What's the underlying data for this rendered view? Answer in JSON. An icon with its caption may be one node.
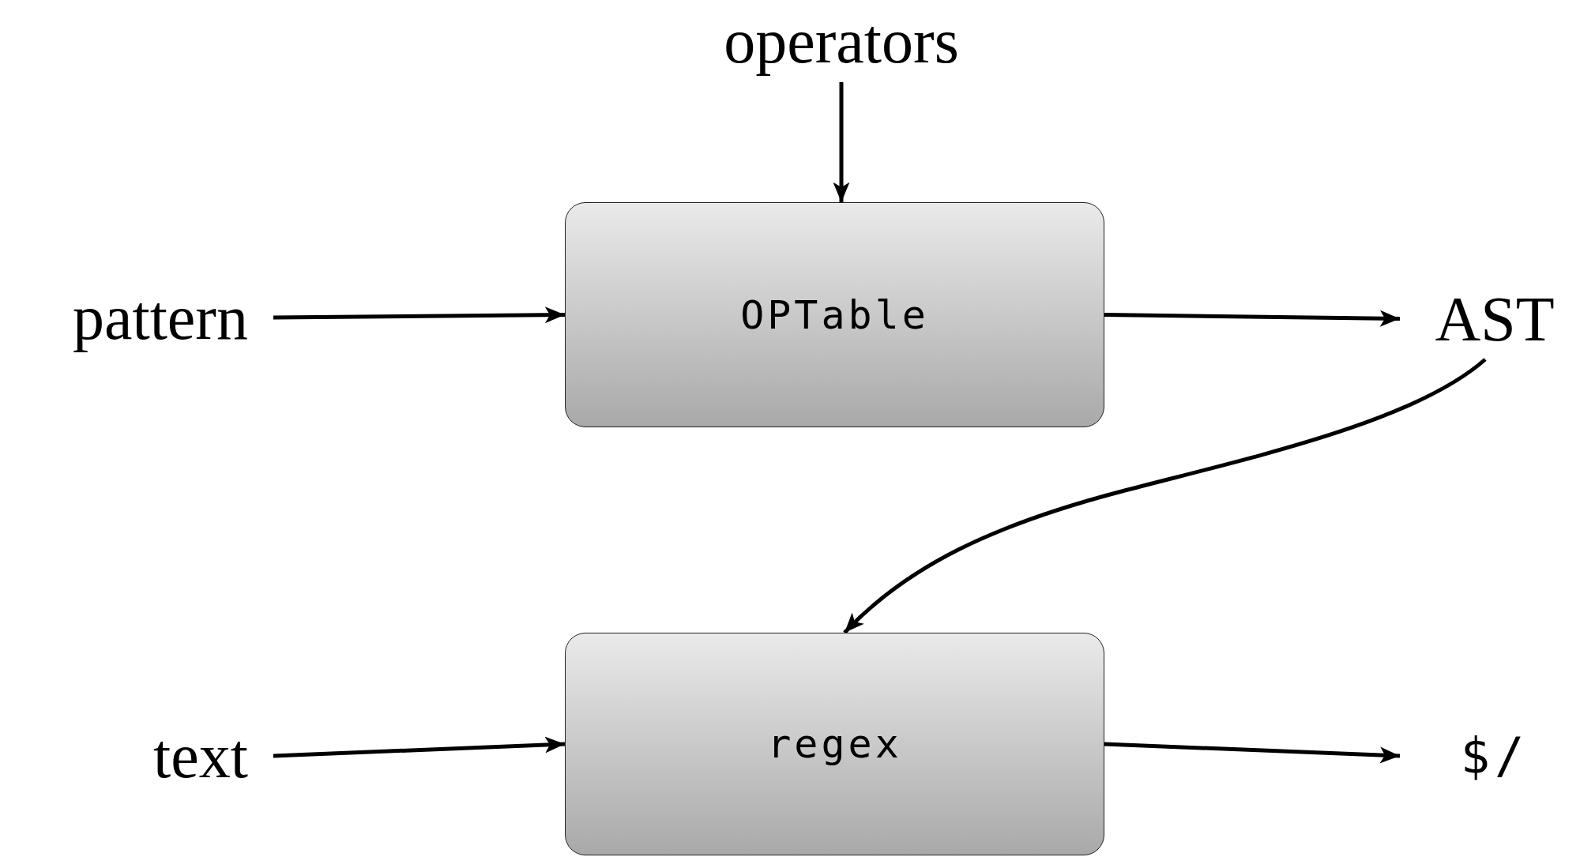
{
  "diagram": {
    "nodes": [
      {
        "text": [
          "operators"
        ]
      },
      {
        "text": [
          "OPTable"
        ]
      },
      {
        "text": [
          "pattern"
        ]
      },
      {
        "text": [
          "AST"
        ]
      },
      {
        "text": [
          "regex"
        ]
      },
      {
        "text": [
          "text"
        ]
      },
      {
        "text": [
          "$/"
        ]
      }
    ],
    "edges": [
      {
        "from": 0,
        "to": 1,
        "arrow": "to"
      },
      {
        "from": 2,
        "to": 1,
        "arrow": "to"
      },
      {
        "from": 1,
        "to": 3,
        "arrow": "to"
      },
      {
        "from": 3,
        "to": 4,
        "arrow": "to"
      },
      {
        "from": 5,
        "to": 4,
        "arrow": "to"
      },
      {
        "from": 4,
        "to": 6,
        "arrow": "to"
      }
    ]
  }
}
